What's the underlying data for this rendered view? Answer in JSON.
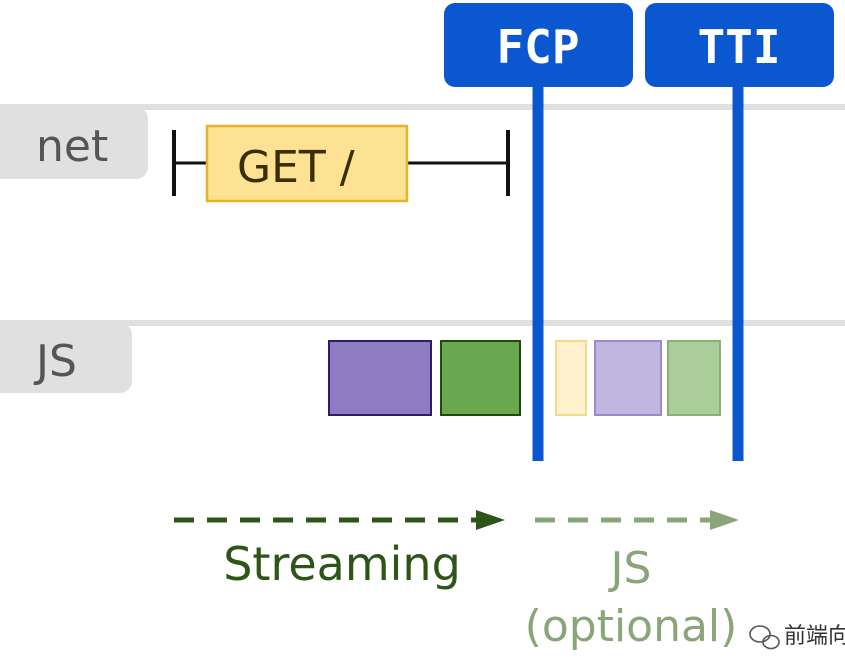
{
  "lanes": {
    "net": "net",
    "js": "JS"
  },
  "markers": {
    "fcp": "FCP",
    "tti": "TTI"
  },
  "request": {
    "label": "GET /"
  },
  "phases": {
    "streaming": "Streaming",
    "js_optional_line1": "JS",
    "js_optional_line2": "(optional)"
  },
  "watermark": {
    "text": "前端向"
  },
  "colors": {
    "marker_blue": "#0b57d0",
    "lane_gray": "#e0e0e0",
    "request_fill": "#fde293",
    "request_stroke": "#e6b325",
    "purple": "#8e7cc3",
    "purple_stroke": "#2e1b6b",
    "green": "#6aa84f",
    "green_stroke": "#1f4a10",
    "light_yellow": "#fff2cc",
    "light_purple": "#c0b6e0",
    "light_green": "#aacd99",
    "stream_arrow": "#2e5417",
    "js_arrow": "#8aa57a"
  }
}
